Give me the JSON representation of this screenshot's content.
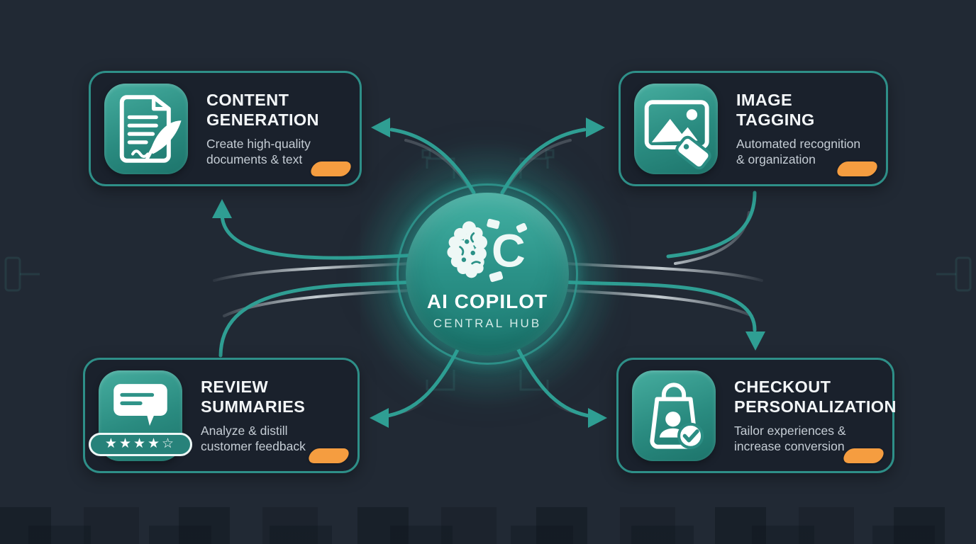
{
  "hub": {
    "title": "AI COPILOT",
    "subtitle": "CENTRAL HUB",
    "icon": "brain-gear-c-icon"
  },
  "cards": [
    {
      "id": "content-generation",
      "icon": "document-quill-icon",
      "title_lines": [
        "CONTENT",
        "GENERATION"
      ],
      "desc_lines": [
        "Create high-quality",
        "documents & text"
      ]
    },
    {
      "id": "image-tagging",
      "icon": "image-tag-icon",
      "title_lines": [
        "IMAGE",
        "TAGGING"
      ],
      "desc_lines": [
        "Automated recognition",
        "& organization"
      ]
    },
    {
      "id": "review-summaries",
      "icon": "chat-bubble-stars-icon",
      "title_lines": [
        "REVIEW",
        "SUMMARIES"
      ],
      "desc_lines": [
        "Analyze & distill",
        "customer feedback"
      ],
      "rating": {
        "full_stars": "★★★★",
        "outline_star": "☆"
      }
    },
    {
      "id": "checkout-personalization",
      "icon": "shopping-bag-user-check-icon",
      "title_lines": [
        "CHECKOUT",
        "PERSONALIZATION"
      ],
      "desc_lines": [
        "Tailor experiences &",
        "increase conversion"
      ]
    }
  ],
  "diagram": {
    "type": "hub-spoke",
    "edges": [
      {
        "from": "ai-copilot-hub",
        "to": "content-generation"
      },
      {
        "from": "ai-copilot-hub",
        "to": "image-tagging"
      },
      {
        "from": "ai-copilot-hub",
        "to": "review-summaries"
      },
      {
        "from": "ai-copilot-hub",
        "to": "checkout-personalization"
      }
    ]
  },
  "colors": {
    "background": "#212934",
    "card_background": "#1A212C",
    "card_border": "#2E8F88",
    "accent_teal": "#2F9E93",
    "tile_teal_light": "#46AD9F",
    "tile_teal_dark": "#1D746B",
    "badge_orange": "#F59D40",
    "title_text": "#F3F6F8",
    "body_text": "#C5CDD5"
  }
}
